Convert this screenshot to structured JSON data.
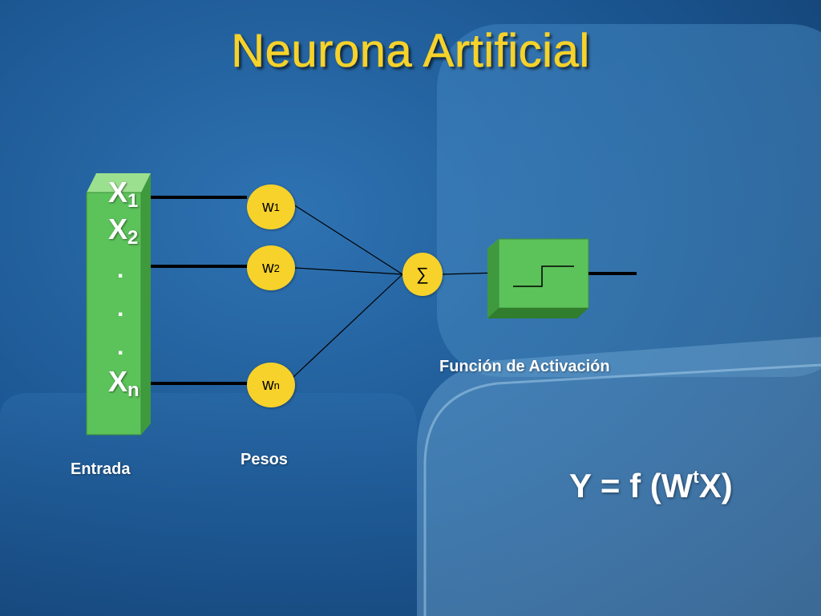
{
  "slide": {
    "title": "Neurona Artificial"
  },
  "inputs": {
    "x1_base": "X",
    "x1_sub": "1",
    "x2_base": "X",
    "x2_sub": "2",
    "dots": [
      ".",
      ".",
      "."
    ],
    "xn_base": "X",
    "xn_sub": "n",
    "label": "Entrada"
  },
  "weights": {
    "w1_base": "w",
    "w1_sub": "1",
    "w2_base": "w",
    "w2_sub": "2",
    "wn_base": "w",
    "wn_sub": "n",
    "label": "Pesos"
  },
  "summation": {
    "symbol": "∑"
  },
  "activation": {
    "label": "Función de Activación",
    "icon": "step-function-icon"
  },
  "formula": {
    "left": "Y = f (W",
    "sup": "t",
    "right": "X)"
  },
  "colors": {
    "title": "#f6d22a",
    "node": "#f7d22a",
    "box_green": "#5cc25a",
    "background": "#1d4f86"
  }
}
